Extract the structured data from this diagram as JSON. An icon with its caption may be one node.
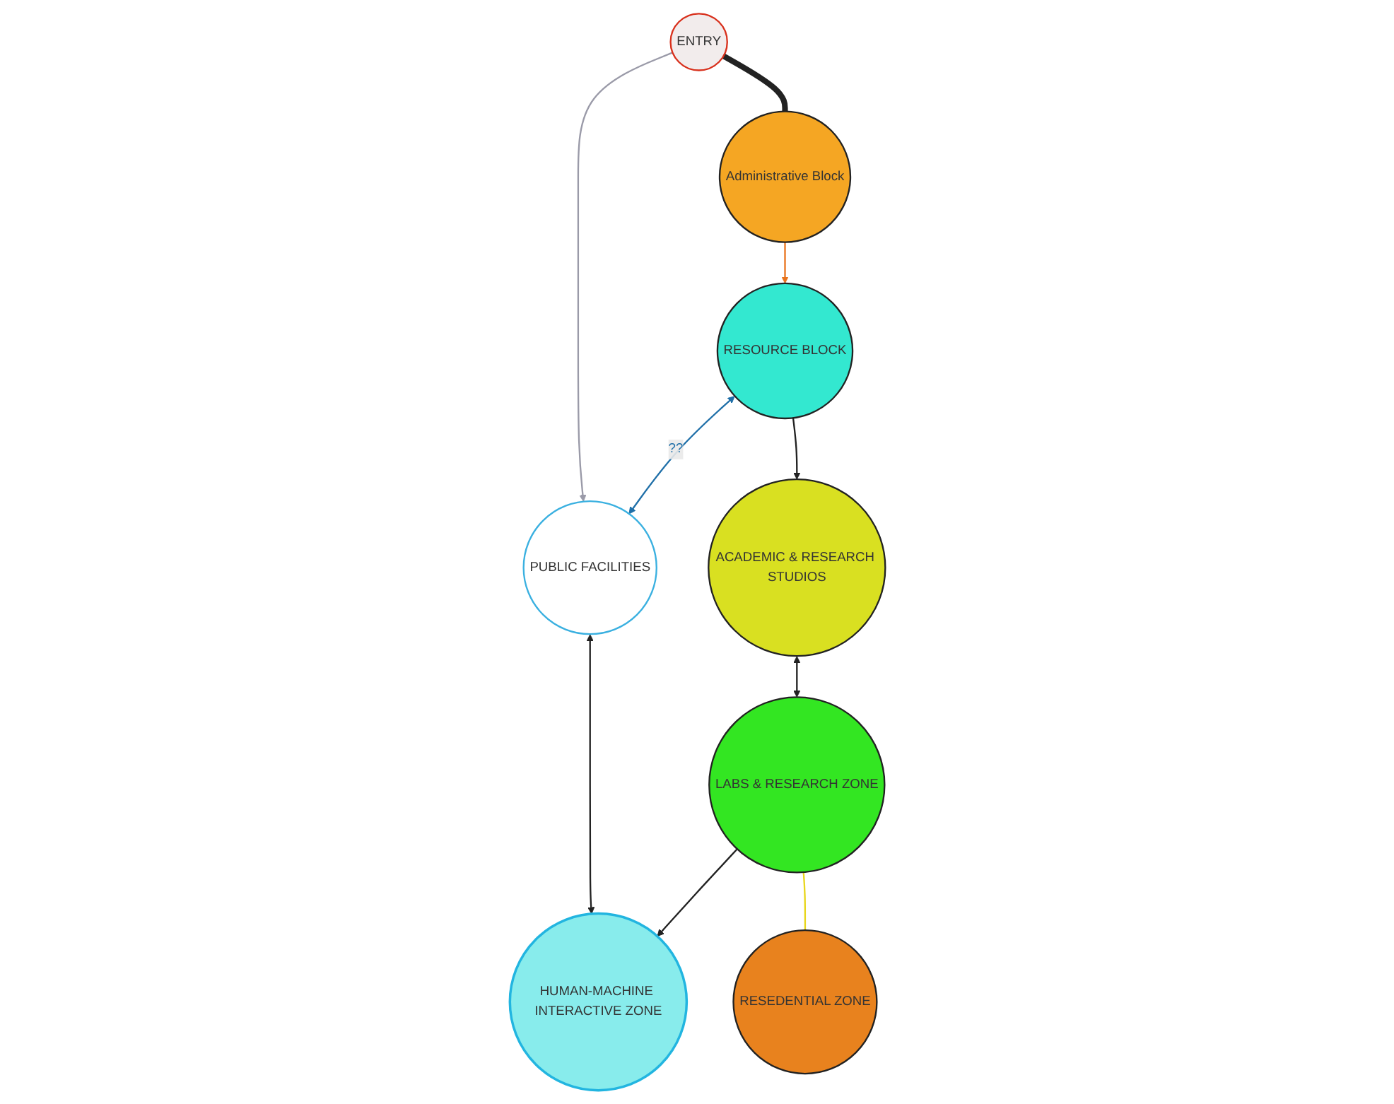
{
  "diagram": {
    "nodes": [
      {
        "text": [
          "Administrative Block"
        ]
      },
      {
        "text": [
          "ENTRY"
        ]
      },
      {
        "text": [
          "RESOURCE BLOCK"
        ]
      },
      {
        "text": [
          "ACADEMIC & RESEARCH STUDIOS"
        ]
      },
      {
        "text": [
          "LABS & RESEARCH ZONE"
        ]
      },
      {
        "text": [
          "PUBLIC FACILITIES"
        ]
      },
      {
        "text": [
          "HUMAN-MACHINE INTERACTIVE ZONE"
        ]
      },
      {
        "text": [
          "RESEDENTIAL ZONE"
        ]
      }
    ],
    "edges": [
      {
        "from": 0,
        "to": 2,
        "arrow": "to",
        "color": "#e8731c"
      },
      {
        "from": 1,
        "to": 0,
        "arrow": "none",
        "style": "thick"
      },
      {
        "from": 1,
        "to": 5,
        "arrow": "to",
        "color": "#9a9aa8"
      },
      {
        "from": 2,
        "to": 5,
        "arrow": "both",
        "label": "??",
        "color": "#1f6fa8"
      },
      {
        "from": 2,
        "to": 3,
        "arrow": "to"
      },
      {
        "from": 3,
        "to": 4,
        "arrow": "both"
      },
      {
        "from": 5,
        "to": 6,
        "arrow": "both"
      },
      {
        "from": 4,
        "to": 6,
        "arrow": "to"
      },
      {
        "from": 4,
        "to": 7,
        "arrow": "none",
        "color": "#e8d61c"
      }
    ]
  }
}
